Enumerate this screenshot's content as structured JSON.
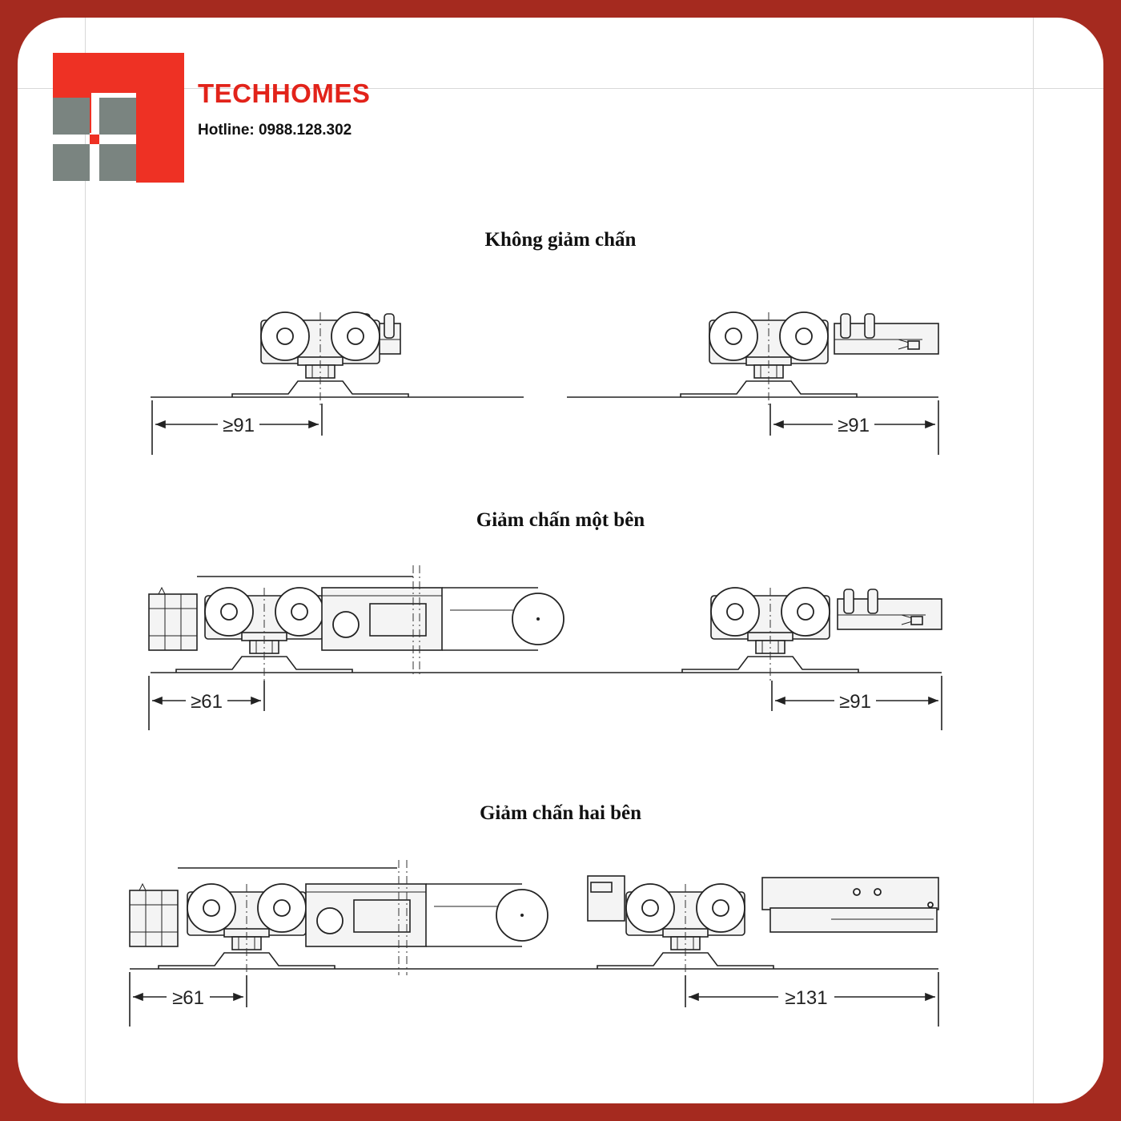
{
  "brand": {
    "name": "TECHHOMES",
    "hotline": "Hotline: 0988.128.302",
    "colors": {
      "frame": "#a52a1f",
      "accent": "#e2231a",
      "grey": "#7a8480"
    }
  },
  "sections": [
    {
      "title": "Không giảm chấn",
      "dims": {
        "left": "≥91",
        "right": "≥91"
      }
    },
    {
      "title": "Giảm chấn một bên",
      "dims": {
        "left": "≥61",
        "right": "≥91"
      }
    },
    {
      "title": "Giảm chấn hai bên",
      "dims": {
        "left": "≥61",
        "right": "≥131"
      }
    }
  ]
}
